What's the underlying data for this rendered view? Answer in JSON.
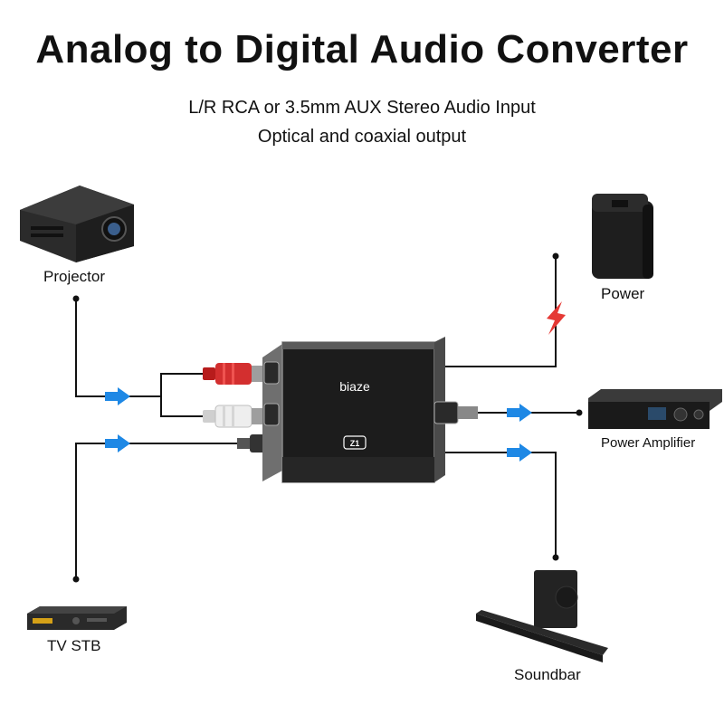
{
  "title": "Analog to Digital Audio Converter",
  "subtitle_lines": [
    "L/R RCA or 3.5mm AUX Stereo Audio Input",
    "Optical and coaxial output"
  ],
  "brand": "biaze",
  "model": "Z1",
  "devices": {
    "projector": "Projector",
    "tv_stb": "TV STB",
    "power": "Power",
    "power_amplifier": "Power Amplifier",
    "soundbar": "Soundbar"
  },
  "colors": {
    "arrow": "#1e88e5",
    "rca_red": "#d32f2f",
    "rca_white": "#e6e6e6",
    "device_body": "#1c1c1c",
    "power_bolt": "#e53935",
    "wire": "#111111"
  },
  "icons": [
    "projector-icon",
    "tv-stb-icon",
    "power-adapter-icon",
    "power-amplifier-icon",
    "soundbar-icon",
    "lightning-icon",
    "arrow-icon"
  ]
}
